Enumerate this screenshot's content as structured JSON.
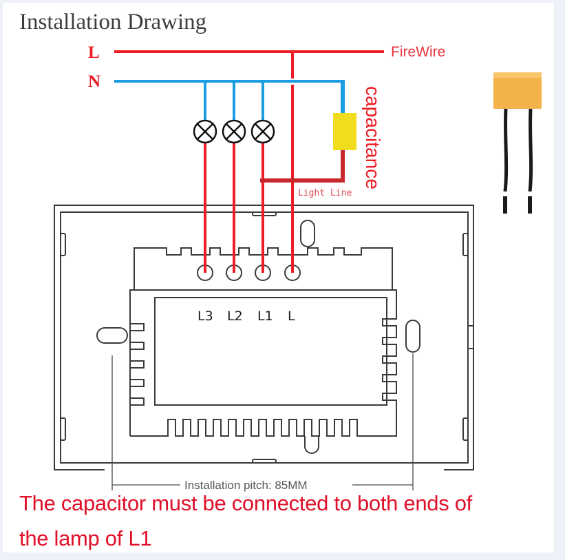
{
  "title": "Installation Drawing",
  "wires": {
    "live_label": "L",
    "neutral_label": "N",
    "live_name": "FireWire",
    "light_line_label": "Light Line",
    "colors": {
      "live": "#ee1c25",
      "neutral": "#1b9de2",
      "light_line": "#c8282c"
    }
  },
  "capacitor": {
    "label": "capacitance",
    "color": "#f2dc1e",
    "photo_body_color": "#f3b24a"
  },
  "lamps": {
    "count": 3
  },
  "switch": {
    "terminals": [
      "L3",
      "L2",
      "L1",
      "L"
    ],
    "pitch_label": "Installation pitch: 85MM"
  },
  "notes": [
    "The capacitor must be connected to both ends of",
    "the lamp of L1"
  ]
}
